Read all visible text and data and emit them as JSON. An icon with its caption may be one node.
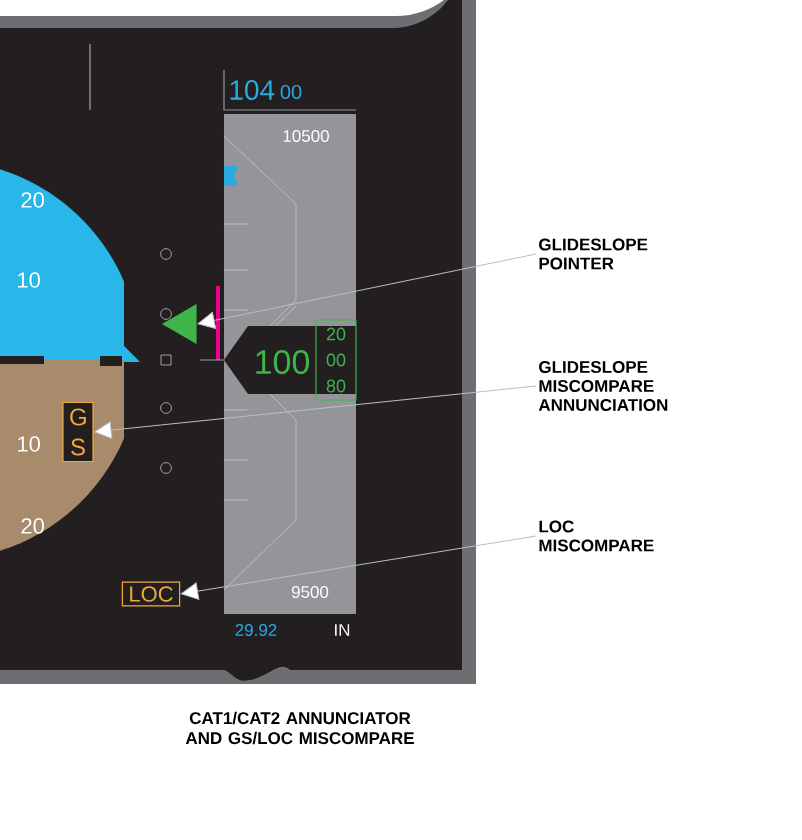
{
  "diagram": {
    "caption": "CAT1/CAT2 ANNUNCIATOR AND GS/LOC MISCOMPARE",
    "nodes": [
      {
        "text": [
          "GLIDESLOPE POINTER"
        ]
      },
      {
        "text": [],
        "shape": "triangle"
      },
      {
        "text": [
          "GLIDESLOPE MISCOMPARE ANNUNCIATION"
        ]
      },
      {
        "text": [
          "G S"
        ]
      },
      {
        "text": [
          "LOC"
        ]
      },
      {
        "text": [
          "LOC MISCOMPARE"
        ]
      }
    ],
    "edges": [
      {
        "from": 0,
        "to": 1,
        "arrow": "to"
      },
      {
        "from": 2,
        "to": 3,
        "arrow": "to"
      },
      {
        "from": 5,
        "to": 4,
        "arrow": "to"
      }
    ],
    "labels": [
      "104",
      "00",
      "10500",
      "20",
      "10",
      "20",
      "100",
      "00",
      "80",
      "10",
      "20",
      "9500",
      "29.92",
      "IN"
    ]
  }
}
